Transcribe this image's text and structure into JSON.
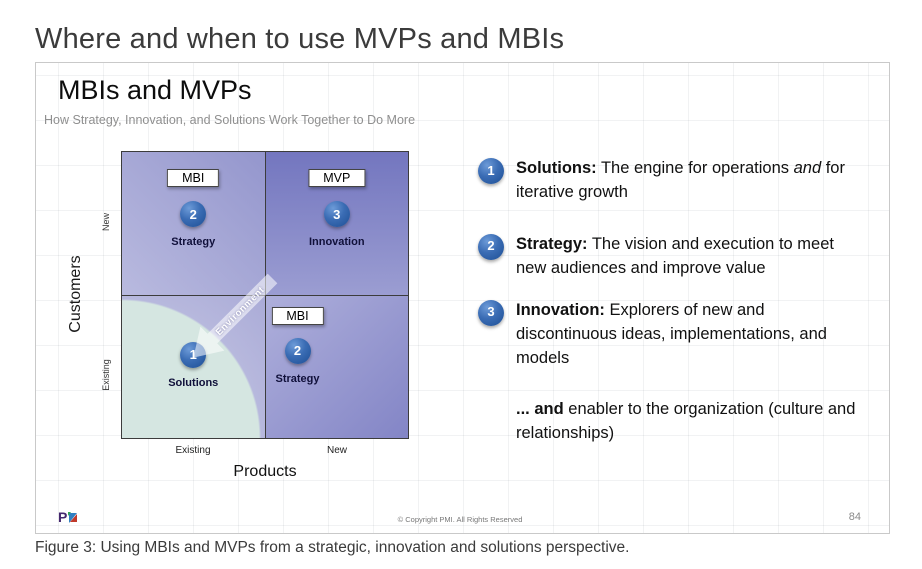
{
  "page": {
    "title": "Where and when to use MVPs and MBIs",
    "caption": "Figure 3: Using MBIs and MVPs from a strategic, innovation and solutions perspective."
  },
  "slide": {
    "title": "MBIs and MVPs",
    "subtitle": "How Strategy, Innovation, and Solutions Work Together to Do More",
    "footer": {
      "logo_icon": "pmi-logo",
      "copyright": "© Copyright PMI. All Rights Reserved",
      "page_number": "84"
    }
  },
  "matrix": {
    "y_axis": {
      "label": "Customers",
      "top_tick": "New",
      "bottom_tick": "Existing"
    },
    "x_axis": {
      "label": "Products",
      "left_tick": "Existing",
      "right_tick": "New"
    },
    "arrow_label": "Environment",
    "quadrants": [
      {
        "position": "top-left",
        "tag": "MBI",
        "number": "2",
        "label": "Strategy"
      },
      {
        "position": "top-right",
        "tag": "MVP",
        "number": "3",
        "label": "Innovation"
      },
      {
        "position": "bottom-left",
        "number": "1",
        "label": "Solutions"
      },
      {
        "position": "bottom-right",
        "tag": "MBI",
        "number": "2",
        "label": "Strategy"
      }
    ]
  },
  "legend": {
    "items": [
      {
        "number": "1",
        "term": "Solutions:",
        "text_before": "The engine for operations",
        "text_italic": "and",
        "text_after": "for iterative growth"
      },
      {
        "number": "2",
        "term": "Strategy:",
        "text": "The vision and execution to meet new audiences and improve value"
      },
      {
        "number": "3",
        "term": "Innovation:",
        "text": "Explorers of new and discontinuous ideas, implementations, and models"
      }
    ],
    "footnote": {
      "bold": "... and",
      "text": "enabler to the organization (culture and relationships)"
    }
  },
  "colors": {
    "badge_blue": "#2a5ca8",
    "quadrant_purple_light": "#a9aadb",
    "quadrant_purple_dark": "#7376bf",
    "quadrant_teal": "#d5e6e1",
    "heading_gray": "#3b3b3b"
  }
}
